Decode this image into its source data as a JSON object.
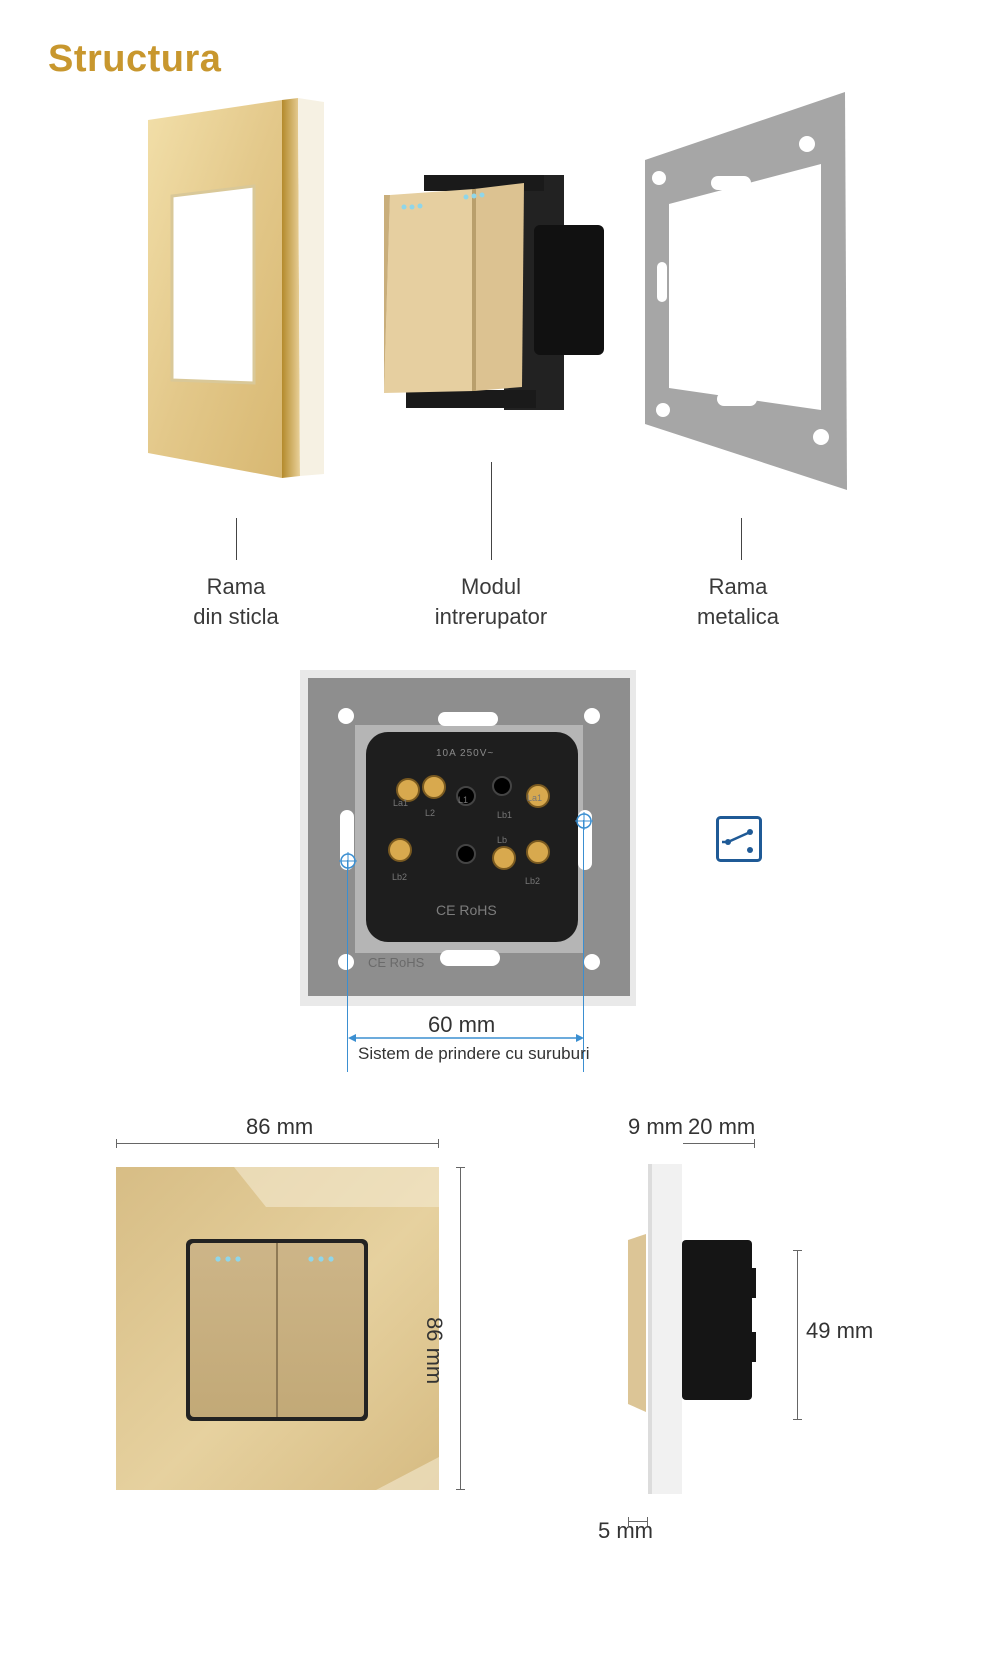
{
  "title": "Structura",
  "components": [
    {
      "label_line1": "Rama",
      "label_line2": "din sticla"
    },
    {
      "label_line1": "Modul",
      "label_line2": "intrerupator"
    },
    {
      "label_line1": "Rama",
      "label_line2": "metalica"
    }
  ],
  "back_view": {
    "rating": "10A 250V~",
    "cert": "CE RoHS",
    "cert_plate": "CE RoHS",
    "mount_distance": "60 mm",
    "mount_caption": "Sistem de prindere cu suruburi",
    "terminal_labels": [
      "La1",
      "L1",
      "La1",
      "L2",
      "Lb1",
      "Lb2",
      "Lb",
      "Lb2"
    ]
  },
  "dimensions": {
    "width": "86 mm",
    "height": "86 mm",
    "glass_depth": "9 mm",
    "module_depth": "20 mm",
    "module_height": "49 mm",
    "base_depth": "5 mm"
  },
  "colors": {
    "gold": "#c8972e",
    "glass": "#e8cf93",
    "metal": "#a3a3a3",
    "accent_blue": "#1f5a96"
  },
  "icons": [
    "two-way-switch-icon"
  ]
}
